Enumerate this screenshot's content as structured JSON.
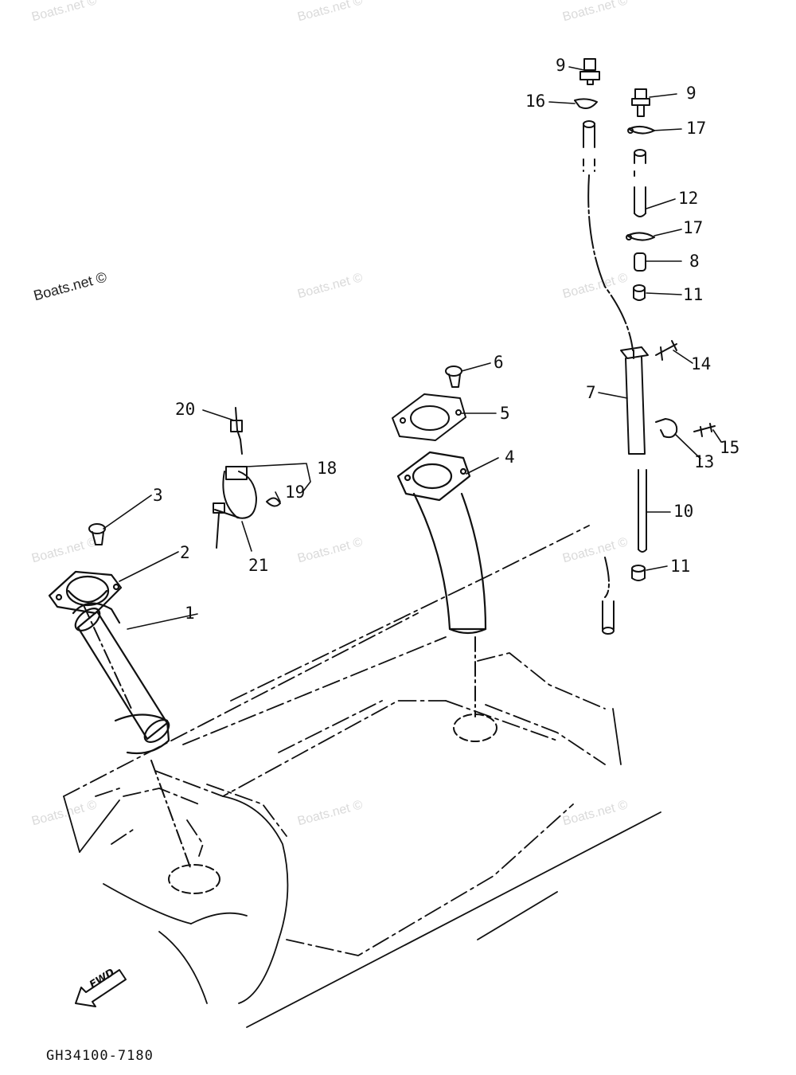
{
  "watermark_text": "Boats.net ©",
  "drawing_code": "GH34100-7180",
  "direction_label": "FWD",
  "callouts": {
    "c1": "1",
    "c2": "2",
    "c3": "3",
    "c4": "4",
    "c5": "5",
    "c6": "6",
    "c7": "7",
    "c8": "8",
    "c9a": "9",
    "c9b": "9",
    "c10": "10",
    "c11a": "11",
    "c11b": "11",
    "c12": "12",
    "c13": "13",
    "c14": "14",
    "c15": "15",
    "c16": "16",
    "c17a": "17",
    "c17b": "17",
    "c18": "18",
    "c19": "19",
    "c20": "20",
    "c21": "21"
  },
  "colors": {
    "line": "#111111",
    "watermark": "#dadada"
  }
}
